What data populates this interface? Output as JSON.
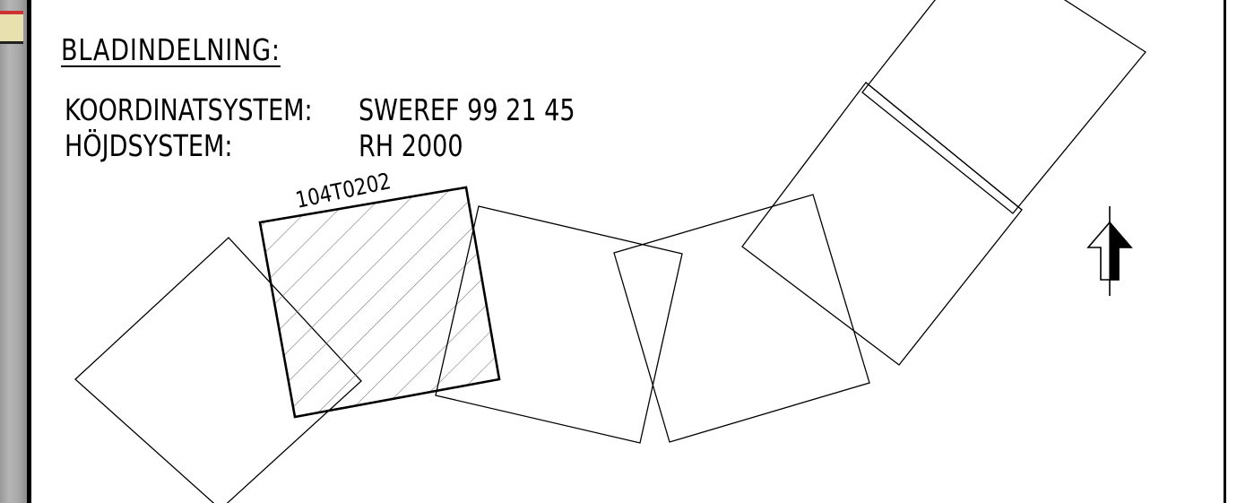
{
  "title": "BLADINDELNING:",
  "coordinate_system": {
    "label": "KOORDINATSYSTEM:",
    "value": "SWEREF 99 21 45"
  },
  "height_system": {
    "label": "HÖJDSYSTEM:",
    "value": "RH 2000"
  },
  "sheets": [
    {
      "id": "",
      "selected": false
    },
    {
      "id": "104T0202",
      "selected": true
    },
    {
      "id": "",
      "selected": false
    },
    {
      "id": "",
      "selected": false
    },
    {
      "id": "",
      "selected": false
    },
    {
      "id": "",
      "selected": false
    },
    {
      "id": "",
      "selected": false
    }
  ],
  "selected_sheet_label": "104T0202",
  "north_arrow": "north-arrow-icon",
  "colors": {
    "ink": "#000000",
    "hatch": "#7a7a7a",
    "background": "#ffffff"
  }
}
